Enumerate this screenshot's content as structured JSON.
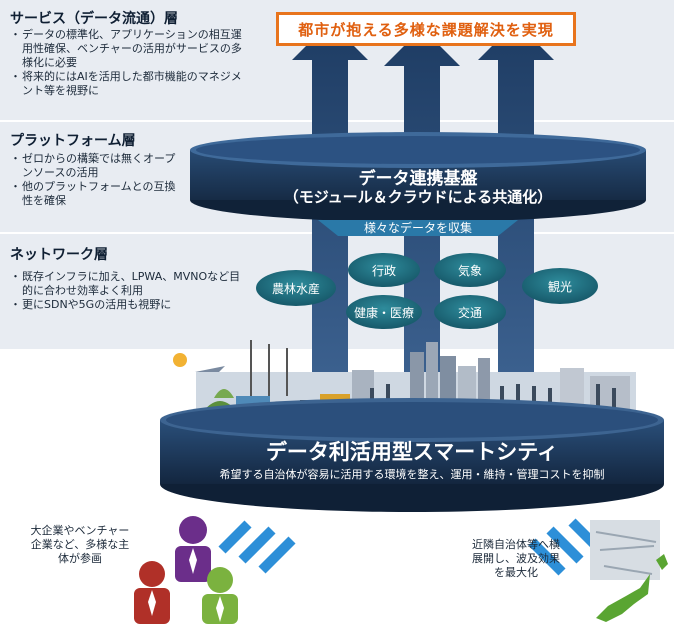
{
  "layers": {
    "service": {
      "title": "サービス（データ流通）層",
      "bullets": [
        "データの標準化、アプリケーションの相互運用性確保、ベンチャーの活用がサービスの多様化に必要",
        "将来的にはAIを活用した都市機能のマネジメント等を視野に"
      ]
    },
    "platform": {
      "title": "プラットフォーム層",
      "bullets": [
        "ゼロからの構築では無くオープンソースの活用",
        "他のプラットフォームとの互換性を確保"
      ]
    },
    "network": {
      "title": "ネットワーク層",
      "bullets": [
        "既存インフラに加え、LPWA、MVNOなど目的に合わせ効率よく利用",
        "更にSDNや5Gの活用も視野に"
      ]
    }
  },
  "goal_banner": "都市が抱える多様な課題解決を実現",
  "platform_disc": {
    "line1": "データ連携基盤",
    "line2": "（モジュール＆クラウドによる共通化）"
  },
  "collect_label": "様々なデータを収集",
  "data_categories": [
    "農林水産",
    "行政",
    "気象",
    "観光",
    "健康・医療",
    "交通"
  ],
  "smart_city": {
    "title": "データ利活用型スマートシティ",
    "subtitle": "希望する自治体が容易に活用する環境を整え、運用・維持・管理コストを抑制"
  },
  "left_note": "大企業やベンチャー企業など、多様な主体が参画",
  "right_note": "近隣自治体等へ横展開し、波及効果を最大化",
  "colors": {
    "navy": "#1f3a5c",
    "teal": "#1f6e7e",
    "orange": "#e8741d",
    "blue_wave": "#2d8fd8",
    "layer_bg": "#e8ecf2"
  }
}
